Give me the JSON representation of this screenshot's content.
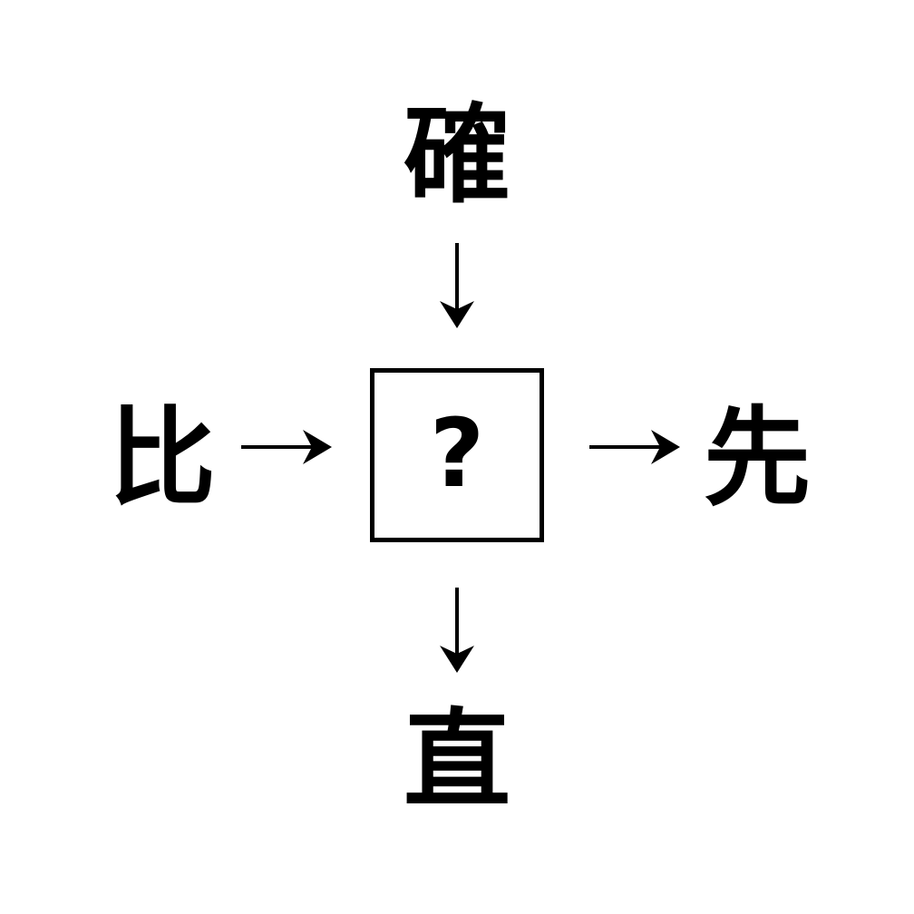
{
  "puzzle": {
    "type": "kanji-association-grid",
    "background_color": "#ffffff",
    "ink_color": "#000000",
    "center": {
      "label": "?",
      "description": "unknown kanji to be filled in",
      "box_border_color": "#000000"
    },
    "prompts": {
      "top": "確",
      "left": "比",
      "right": "先",
      "bottom": "直"
    },
    "arrows": [
      {
        "name": "arrow-top",
        "direction": "down",
        "from": "確",
        "to": "?"
      },
      {
        "name": "arrow-left",
        "direction": "right",
        "from": "比",
        "to": "?"
      },
      {
        "name": "arrow-right",
        "direction": "right",
        "from": "?",
        "to": "先"
      },
      {
        "name": "arrow-bottom",
        "direction": "down",
        "from": "?",
        "to": "直"
      }
    ],
    "icons": {
      "arrow_down": "arrow-down-icon",
      "arrow_right": "arrow-right-icon"
    }
  }
}
